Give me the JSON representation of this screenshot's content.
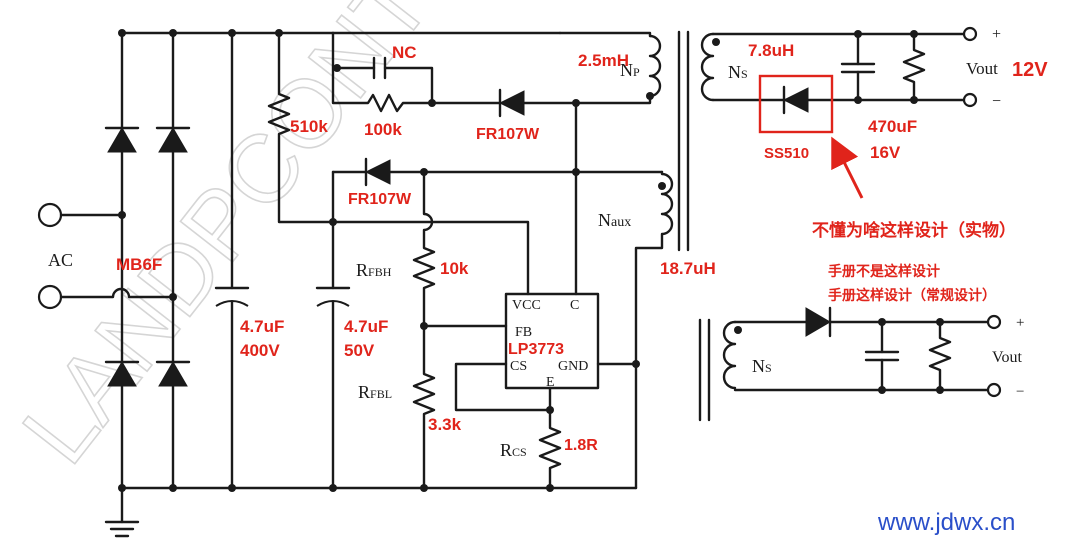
{
  "watermark": "LANDPCONT",
  "site": "www.jdwx.cn",
  "labels": {
    "ac": "AC",
    "bridge": "MB6F",
    "c1_value": "4.7uF",
    "c1_voltage": "400V",
    "c2_value": "4.7uF",
    "c2_voltage": "50V",
    "r_start": "510k",
    "snubber_cap": "NC",
    "snubber_res": "100k",
    "d_snubber": "FR107W",
    "d_aux": "FR107W",
    "rfbh_name": "R",
    "rfbh_sub": "FBH",
    "rfbh_value": "10k",
    "rfbl_name": "R",
    "rfbl_sub": "FBL",
    "rfbl_value": "3.3k",
    "rcs_name": "R",
    "rcs_sub": "CS",
    "rcs_value": "1.8R",
    "ic_name": "LP3773",
    "pin_vcc": "VCC",
    "pin_c": "C",
    "pin_fb": "FB",
    "pin_cs": "CS",
    "pin_gnd": "GND",
    "pin_e": "E",
    "np_name": "N",
    "np_sub": "P",
    "np_value": "2.5mH",
    "ns_name": "N",
    "ns_sub": "S",
    "ns_value": "7.8uH",
    "naux_name": "N",
    "naux_sub": "aux",
    "naux_value": "18.7uH",
    "d_out": "SS510",
    "c_out_value": "470uF",
    "c_out_voltage": "16V",
    "vout": "Vout",
    "vout_value": "12V",
    "plus": "+",
    "minus": "−",
    "note_main": "不懂为啥这样设计（实物）",
    "note_1": "手册不是这样设计",
    "note_2": "手册这样设计（常规设计）",
    "ns2_name": "N",
    "ns2_sub": "S",
    "vout2": "Vout",
    "plus2": "+",
    "minus2": "−"
  },
  "colors": {
    "wire": "#1a1a1a",
    "annotation": "#e0241b",
    "site": "#2a4fc9",
    "watermark": "#c8c8c8"
  }
}
